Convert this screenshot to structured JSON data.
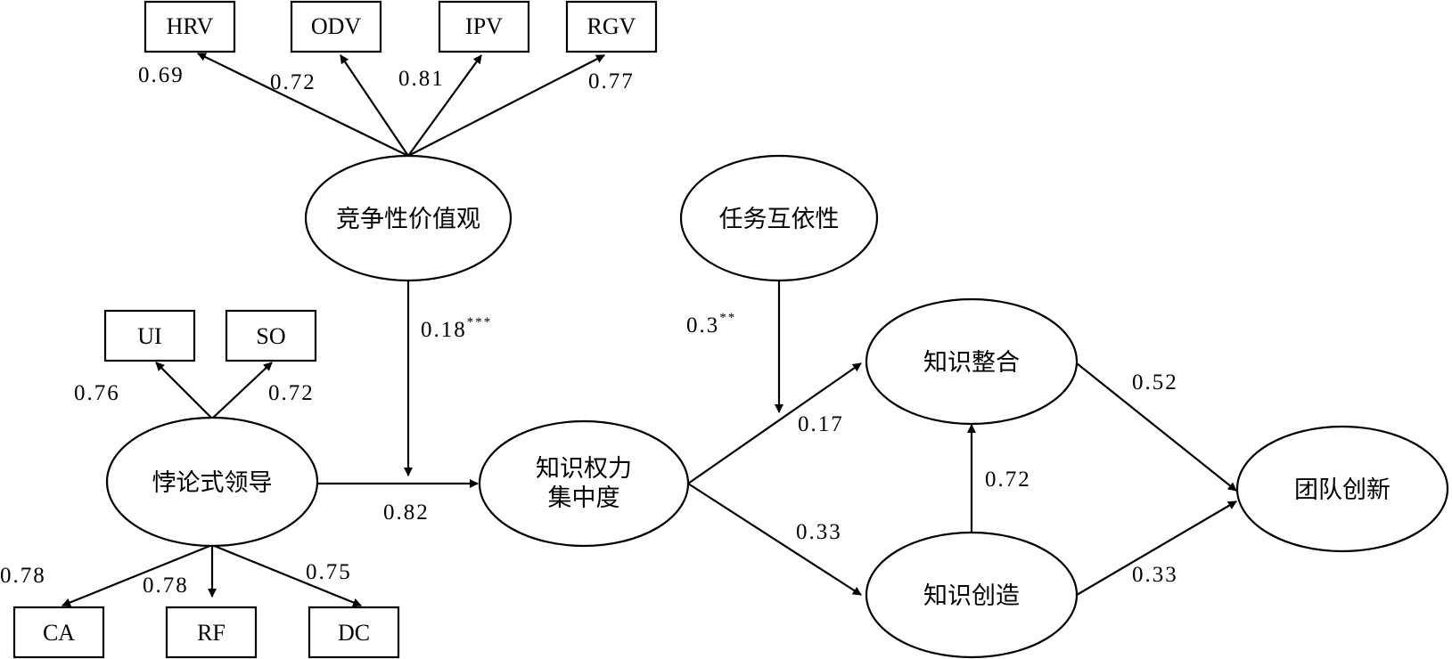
{
  "indicators": {
    "hrv": "HRV",
    "odv": "ODV",
    "ipv": "IPV",
    "rgv": "RGV",
    "ui": "UI",
    "so": "SO",
    "ca": "CA",
    "rf": "RF",
    "dc": "DC"
  },
  "constructs": {
    "competitive_values": "竞争性价值观",
    "task_interdependence": "任务互依性",
    "paradoxical_leadership": "悖论式领导",
    "knowledge_power_line1": "知识权力",
    "knowledge_power_line2": "集中度",
    "knowledge_integration": "知识整合",
    "knowledge_creation": "知识创造",
    "team_innovation": "团队创新"
  },
  "coefficients": {
    "hrv": "0.69",
    "odv": "0.72",
    "ipv": "0.81",
    "rgv": "0.77",
    "ui": "0.76",
    "so": "0.72",
    "ca": "0.78",
    "rf": "0.78",
    "dc": "0.75",
    "moderation_cv": "0.18",
    "moderation_cv_sig": "***",
    "moderation_ti": "0.3",
    "moderation_ti_sig": "**",
    "pl_to_kpc": "0.82",
    "kpc_to_ki": "0.17",
    "kpc_to_kc": "0.33",
    "kc_to_ki": "0.72",
    "ki_to_ti": "0.52",
    "kc_to_ti": "0.33"
  }
}
